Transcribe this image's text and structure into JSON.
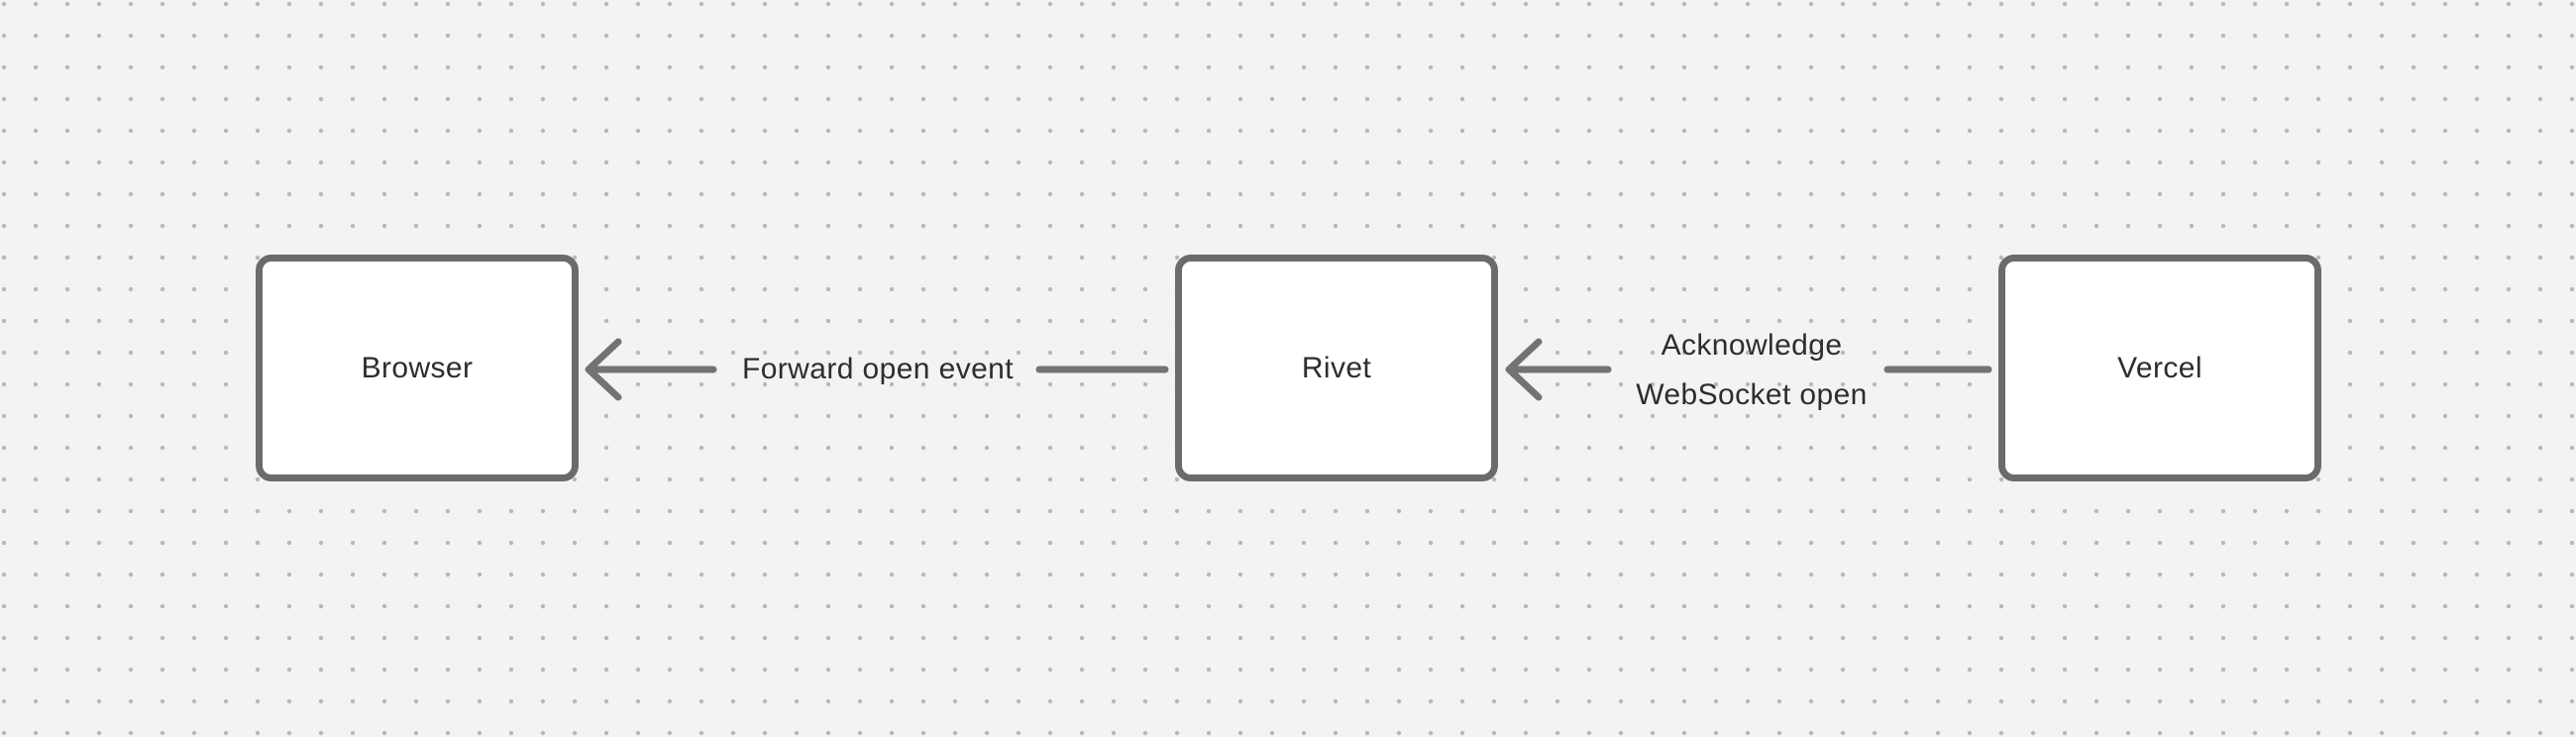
{
  "diagram": {
    "nodes": [
      {
        "id": "browser",
        "label": "Browser"
      },
      {
        "id": "rivet",
        "label": "Rivet"
      },
      {
        "id": "vercel",
        "label": "Vercel"
      }
    ],
    "edges": [
      {
        "from": "rivet",
        "to": "browser",
        "direction": "left",
        "label": "Forward open event",
        "label_lines": [
          "Forward open event"
        ]
      },
      {
        "from": "vercel",
        "to": "rivet",
        "direction": "left",
        "label": "Acknowledge WebSocket open",
        "label_lines": [
          "Acknowledge",
          "WebSocket open"
        ]
      }
    ]
  },
  "colors": {
    "canvas_background": "#f3f3f3",
    "grid_dot": "#b8b8b8",
    "node_fill": "#ffffff",
    "node_border": "#6b6b6b",
    "arrow": "#737373",
    "text": "#2d2d2d"
  }
}
